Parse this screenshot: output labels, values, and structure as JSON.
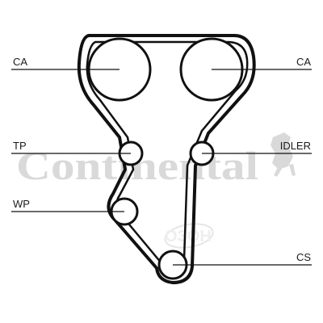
{
  "watermark": {
    "brand": "Continental",
    "site": "ОЗОН"
  },
  "labels": {
    "camshaft_left": "CA",
    "camshaft_right": "CA",
    "tensioner_pulley": "TP",
    "idler_pulley": "IDLER",
    "water_pump": "WP",
    "crankshaft": "CS"
  }
}
